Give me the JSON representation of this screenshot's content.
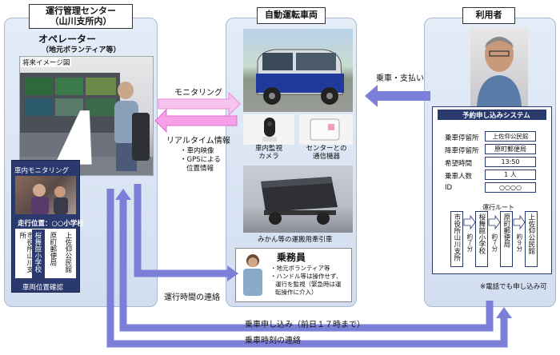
{
  "center": {
    "title_line1": "運行管理センター",
    "title_line2": "（山川支所内）",
    "operator_title": "オペレーター",
    "operator_sub": "（地元ボランティア等）",
    "image_caption": "将来イメージ図",
    "cabin_monitoring_label": "車内モニタリング",
    "running_position": "走行位置：○○小学校",
    "stops": [
      "市役所山川支所",
      "桜舞館小学校",
      "原町郵便局",
      "上佐仰公民館"
    ],
    "vehicle_position_label": "車両位置確認"
  },
  "vehicle": {
    "title": "自動運転車両",
    "camera_label": "車内監視カメラ",
    "comm_label": "センターとの通信機器",
    "trailer_label": "みかん等の運搬用牽引車"
  },
  "crew": {
    "title": "乗務員",
    "line1": "・地元ボランティア等",
    "line2": "・ハンドル等は操作せず、",
    "line3": "運行を監視（緊急時は運",
    "line4": "転操作に介入）"
  },
  "user": {
    "title": "利用者",
    "system_title": "予約申し込みシステム",
    "form": [
      {
        "label": "乗車停留所",
        "value": "上佐仰公民館"
      },
      {
        "label": "降車停留所",
        "value": "原町郵便局"
      },
      {
        "label": "希望時間",
        "value": "13:50"
      },
      {
        "label": "乗車人数",
        "value": "1 人"
      },
      {
        "label": "ID",
        "value": "○○○○"
      }
    ],
    "route_label": "運行ルート",
    "route_stops": [
      "市役所山川支所",
      "桜舞館小学校",
      "原町郵便局",
      "上佐仰公民館"
    ],
    "route_times": [
      "約７分",
      "約７分",
      "約９分"
    ],
    "phone_note": "※電話でも申し込み可"
  },
  "arrows": {
    "monitoring": "モニタリング",
    "realtime": "リアルタイム情報",
    "realtime_sub1": "・車内映像",
    "realtime_sub2": "・GPSによる",
    "realtime_sub3": "位置情報",
    "boarding_payment": "乗車・支払い",
    "operation_contact": "運行時間の連絡",
    "ride_request": "乗車申し込み（前日１７時まで）",
    "ride_time_contact": "乗車時刻の連絡"
  },
  "colors": {
    "arrow_purple": "#7b7fd8",
    "arrow_pink": "#f5a0e8",
    "panel_bg": "#dbe5f3",
    "header_navy": "#2a3a6e"
  }
}
